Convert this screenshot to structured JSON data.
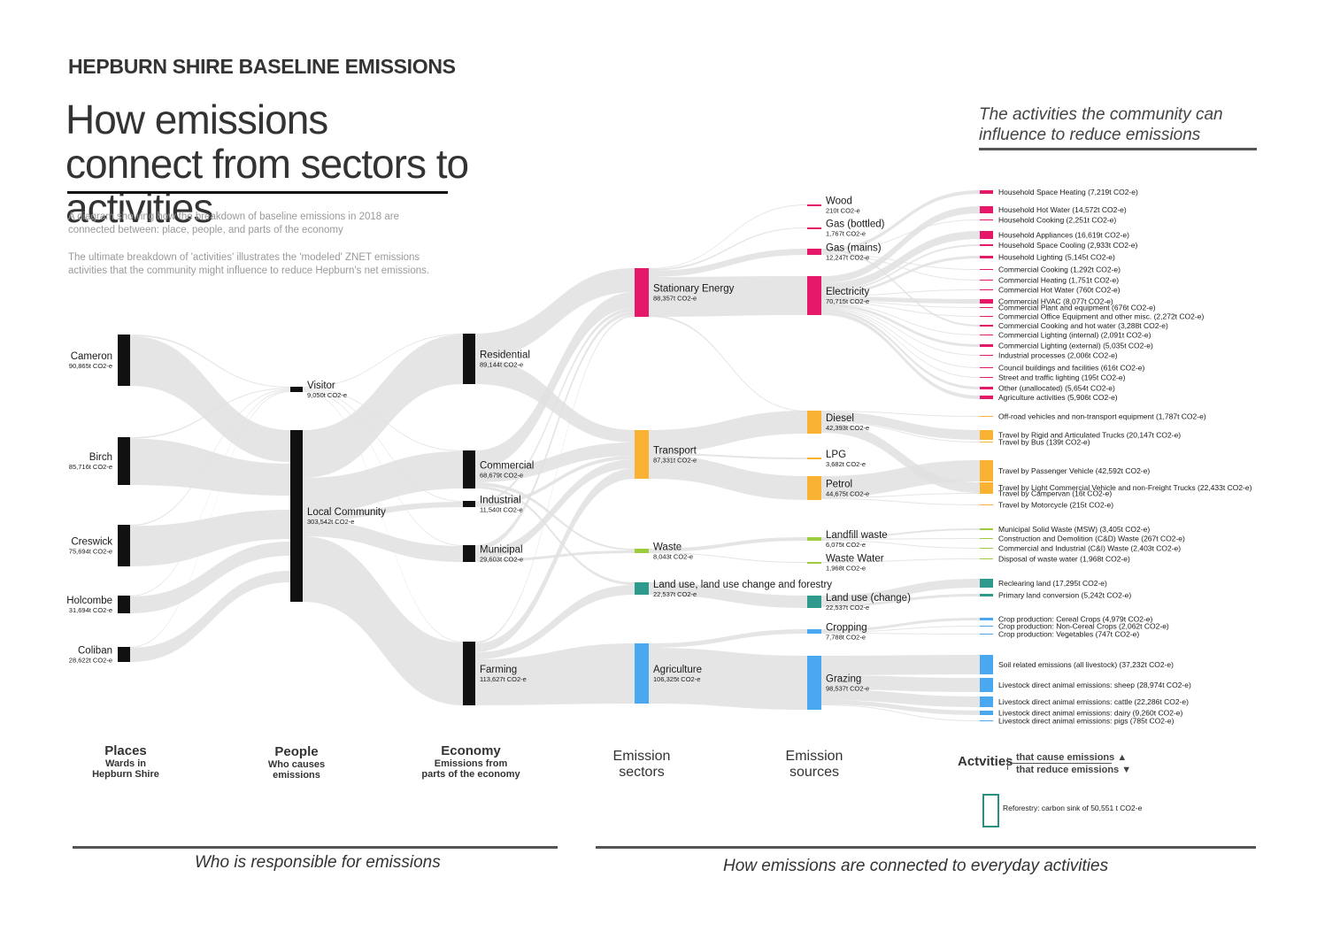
{
  "header": {
    "kicker": "HEPBURN SHIRE BASELINE EMISSIONS",
    "title": "How emissions connect from sectors to activities",
    "description_1": "A diagram showing how the breakdown of baseline emissions in 2018 are connected between: place, people, and parts of the economy",
    "description_2": "The ultimate breakdown of 'activities' illustrates the 'modeled' ZNET emissions activities that the community might influence to reduce Hepburn's net emissions.",
    "right_heading": "The activities the community can influence to reduce emissions"
  },
  "colors": {
    "black": "#111111",
    "electricity": "#e5186a",
    "transport": "#f9b233",
    "waste": "#9ccc3c",
    "landuse": "#2e9a8d",
    "agriculture": "#4aa8f0",
    "flow": "#e0e0e0"
  },
  "nodes": {
    "places": [
      {
        "label": "Cameron",
        "value": "90,865t CO2-e"
      },
      {
        "label": "Birch",
        "value": "85,716t CO2-e"
      },
      {
        "label": "Creswick",
        "value": "75,694t CO2-e"
      },
      {
        "label": "Holcombe",
        "value": "31,694t CO2-e"
      },
      {
        "label": "Coliban",
        "value": "28,622t CO2-e"
      }
    ],
    "people": [
      {
        "label": "Visitor",
        "value": "9,050t CO2-e"
      },
      {
        "label": "Local Community",
        "value": "303,542t CO2-e"
      }
    ],
    "economy": [
      {
        "label": "Residential",
        "value": "89,144t CO2-e"
      },
      {
        "label": "Commercial",
        "value": "68,679t CO2-e"
      },
      {
        "label": "Industrial",
        "value": "11,540t CO2-e"
      },
      {
        "label": "Municipal",
        "value": "29,603t CO2-e"
      },
      {
        "label": "Farming",
        "value": "113,627t CO2-e"
      }
    ],
    "sectors": [
      {
        "label": "Stationary Energy",
        "value": "88,357t CO2-e"
      },
      {
        "label": "Transport",
        "value": "87,331t CO2-e"
      },
      {
        "label": "Waste",
        "value": "8,043t CO2-e"
      },
      {
        "label": "Land use, land use change and forestry",
        "value": "22,537t CO2-e"
      },
      {
        "label": "Agriculture",
        "value": "106,325t CO2-e"
      }
    ],
    "sources": [
      {
        "label": "Wood",
        "value": "210t CO2-e"
      },
      {
        "label": "Gas (bottled)",
        "value": "1,767t CO2-e"
      },
      {
        "label": "Gas (mains)",
        "value": "12,247t CO2-e"
      },
      {
        "label": "Electricity",
        "value": "70,715t CO2-e"
      },
      {
        "label": "Diesel",
        "value": "42,393t CO2-e"
      },
      {
        "label": "LPG",
        "value": "3,682t CO2-e"
      },
      {
        "label": "Petrol",
        "value": "44,675t CO2-e"
      },
      {
        "label": "Landfill waste",
        "value": "6,075t CO2-e"
      },
      {
        "label": "Waste Water",
        "value": "1,968t CO2-e"
      },
      {
        "label": "Land use (change)",
        "value": "22,537t CO2-e"
      },
      {
        "label": "Cropping",
        "value": "7,788t CO2-e"
      },
      {
        "label": "Grazing",
        "value": "98,537t CO2-e"
      }
    ],
    "activities": [
      {
        "label": "Household Space Heating (7,219t CO2-e)"
      },
      {
        "label": "Household Hot Water (14,572t CO2-e)"
      },
      {
        "label": "Household Cooking (2,251t CO2-e)"
      },
      {
        "label": "Household Appliances (16,619t CO2-e)"
      },
      {
        "label": "Household Space Cooling (2,933t CO2-e)"
      },
      {
        "label": "Household Lighting (5,145t CO2-e)"
      },
      {
        "label": "Commercial Cooking (1,292t CO2-e)"
      },
      {
        "label": "Commercial Heating (1,751t CO2-e)"
      },
      {
        "label": "Commercial Hot Water (760t CO2-e)"
      },
      {
        "label": "Commercial HVAC (8,077t CO2-e)"
      },
      {
        "label": "Commercial Plant and equipment (676t CO2-e)"
      },
      {
        "label": "Commercial Office Equipment and other misc. (2,272t CO2-e)"
      },
      {
        "label": "Commercial Cooking and hot water (3,288t CO2-e)"
      },
      {
        "label": "Commercial Lighting (internal) (2,091t CO2-e)"
      },
      {
        "label": "Commercial Lighting (external) (5,035t CO2-e)"
      },
      {
        "label": "Industrial processes (2,006t CO2-e)"
      },
      {
        "label": "Council buildings and facilities (616t CO2-e)"
      },
      {
        "label": "Street and traffic lighting (195t CO2-e)"
      },
      {
        "label": "Other (unallocated) (5,654t CO2-e)"
      },
      {
        "label": "Agriculture activities (5,906t CO2-e)"
      },
      {
        "label": "Off-road vehicles and non-transport equipment (1,787t CO2-e)"
      },
      {
        "label": "Travel by Rigid and Articulated Trucks (20,147t CO2-e)"
      },
      {
        "label": "Travel by Bus (139t CO2-e)"
      },
      {
        "label": "Travel by Passenger Vehicle (42,592t CO2-e)"
      },
      {
        "label": "Travel by Light Commercial Vehicle and non-Freight Trucks (22,433t CO2-e)"
      },
      {
        "label": "Travel by Campervan (16t CO2-e)"
      },
      {
        "label": "Travel by Motorcycle (215t CO2-e)"
      },
      {
        "label": "Municipal Solid Waste (MSW) (3,405t CO2-e)"
      },
      {
        "label": "Construction and Demolition (C&D) Waste (267t CO2-e)"
      },
      {
        "label": "Commercial and Industrial (C&I) Waste (2,403t CO2-e)"
      },
      {
        "label": "Disposal of waste water (1,968t CO2-e)"
      },
      {
        "label": "Reclearing land (17,295t CO2-e)"
      },
      {
        "label": "Primary land conversion (5,242t CO2-e)"
      },
      {
        "label": "Crop production: Cereal Crops (4,979t CO2-e)"
      },
      {
        "label": "Crop production: Non-Cereal Crops (2,062t CO2-e)"
      },
      {
        "label": "Crop production: Vegetables (747t CO2-e)"
      },
      {
        "label": "Soil related emissions (all livestock) (37,232t CO2-e)"
      },
      {
        "label": "Livestock direct animal emissions: sheep (28,974t CO2-e)"
      },
      {
        "label": "Livestock direct animal emissions: cattle (22,286t CO2-e)"
      },
      {
        "label": "Livestock direct animal emissions: dairy (9,260t CO2-e)"
      },
      {
        "label": "Livestock direct animal emissions: pigs (785t CO2-e)"
      }
    ]
  },
  "columns": {
    "places": {
      "title": "Places",
      "sub1": "Wards in",
      "sub2": "Hepburn Shire"
    },
    "people": {
      "title": "People",
      "sub1": "Who causes",
      "sub2": "emissions"
    },
    "economy": {
      "title": "Economy",
      "sub1": "Emissions from",
      "sub2": "parts of the economy"
    },
    "sectors": {
      "title1": "Emission",
      "title2": "sectors"
    },
    "sources": {
      "title1": "Emission",
      "title2": "sources"
    },
    "activities": {
      "title": "Actvities",
      "cause": "that cause emissions ▲",
      "reduce": "that reduce emissions ▼"
    }
  },
  "reforestation": {
    "label": "Reforestry: carbon sink of 50,551 t CO2-e"
  },
  "footer": {
    "left_caption": "Who is responsible for emissions",
    "right_caption": "How emissions are connected to everyday activities"
  }
}
